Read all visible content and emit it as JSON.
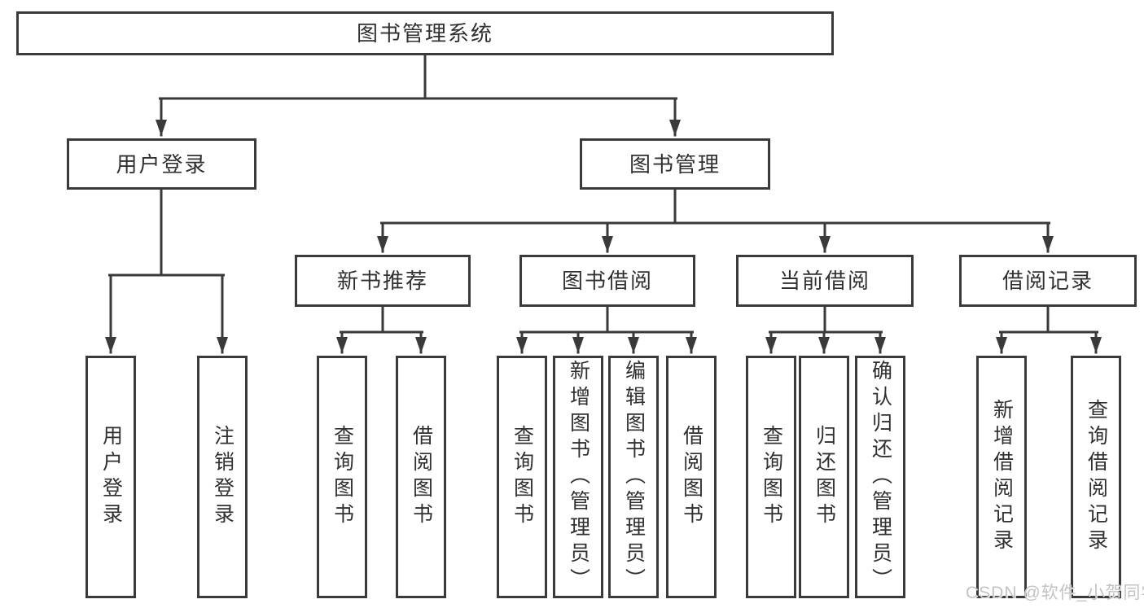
{
  "diagram": {
    "type": "hierarchy-tree",
    "tree": {
      "label": "图书管理系统",
      "children": [
        {
          "label": "用户登录",
          "children": [
            {
              "label": "用户登录"
            },
            {
              "label": "注销登录"
            }
          ]
        },
        {
          "label": "图书管理",
          "children": [
            {
              "label": "新书推荐",
              "children": [
                {
                  "label": "查询图书"
                },
                {
                  "label": "借阅图书"
                }
              ]
            },
            {
              "label": "图书借阅",
              "children": [
                {
                  "label": "查询图书"
                },
                {
                  "label": "新增图书（管理员）"
                },
                {
                  "label": "编辑图书（管理员）"
                },
                {
                  "label": "借阅图书"
                }
              ]
            },
            {
              "label": "当前借阅",
              "children": [
                {
                  "label": "查询图书"
                },
                {
                  "label": "归还图书"
                },
                {
                  "label": "确认归还（管理员）"
                }
              ]
            },
            {
              "label": "借阅记录",
              "children": [
                {
                  "label": "新增借阅记录"
                },
                {
                  "label": "查询借阅记录"
                }
              ]
            }
          ]
        }
      ]
    },
    "colors": {
      "line": "#3a3a3a",
      "text": "#303030",
      "box_fill": "#ffffff",
      "watermark": "#c3c3c3"
    }
  },
  "watermark": {
    "text": "CSDN @软件_小贺同学"
  }
}
